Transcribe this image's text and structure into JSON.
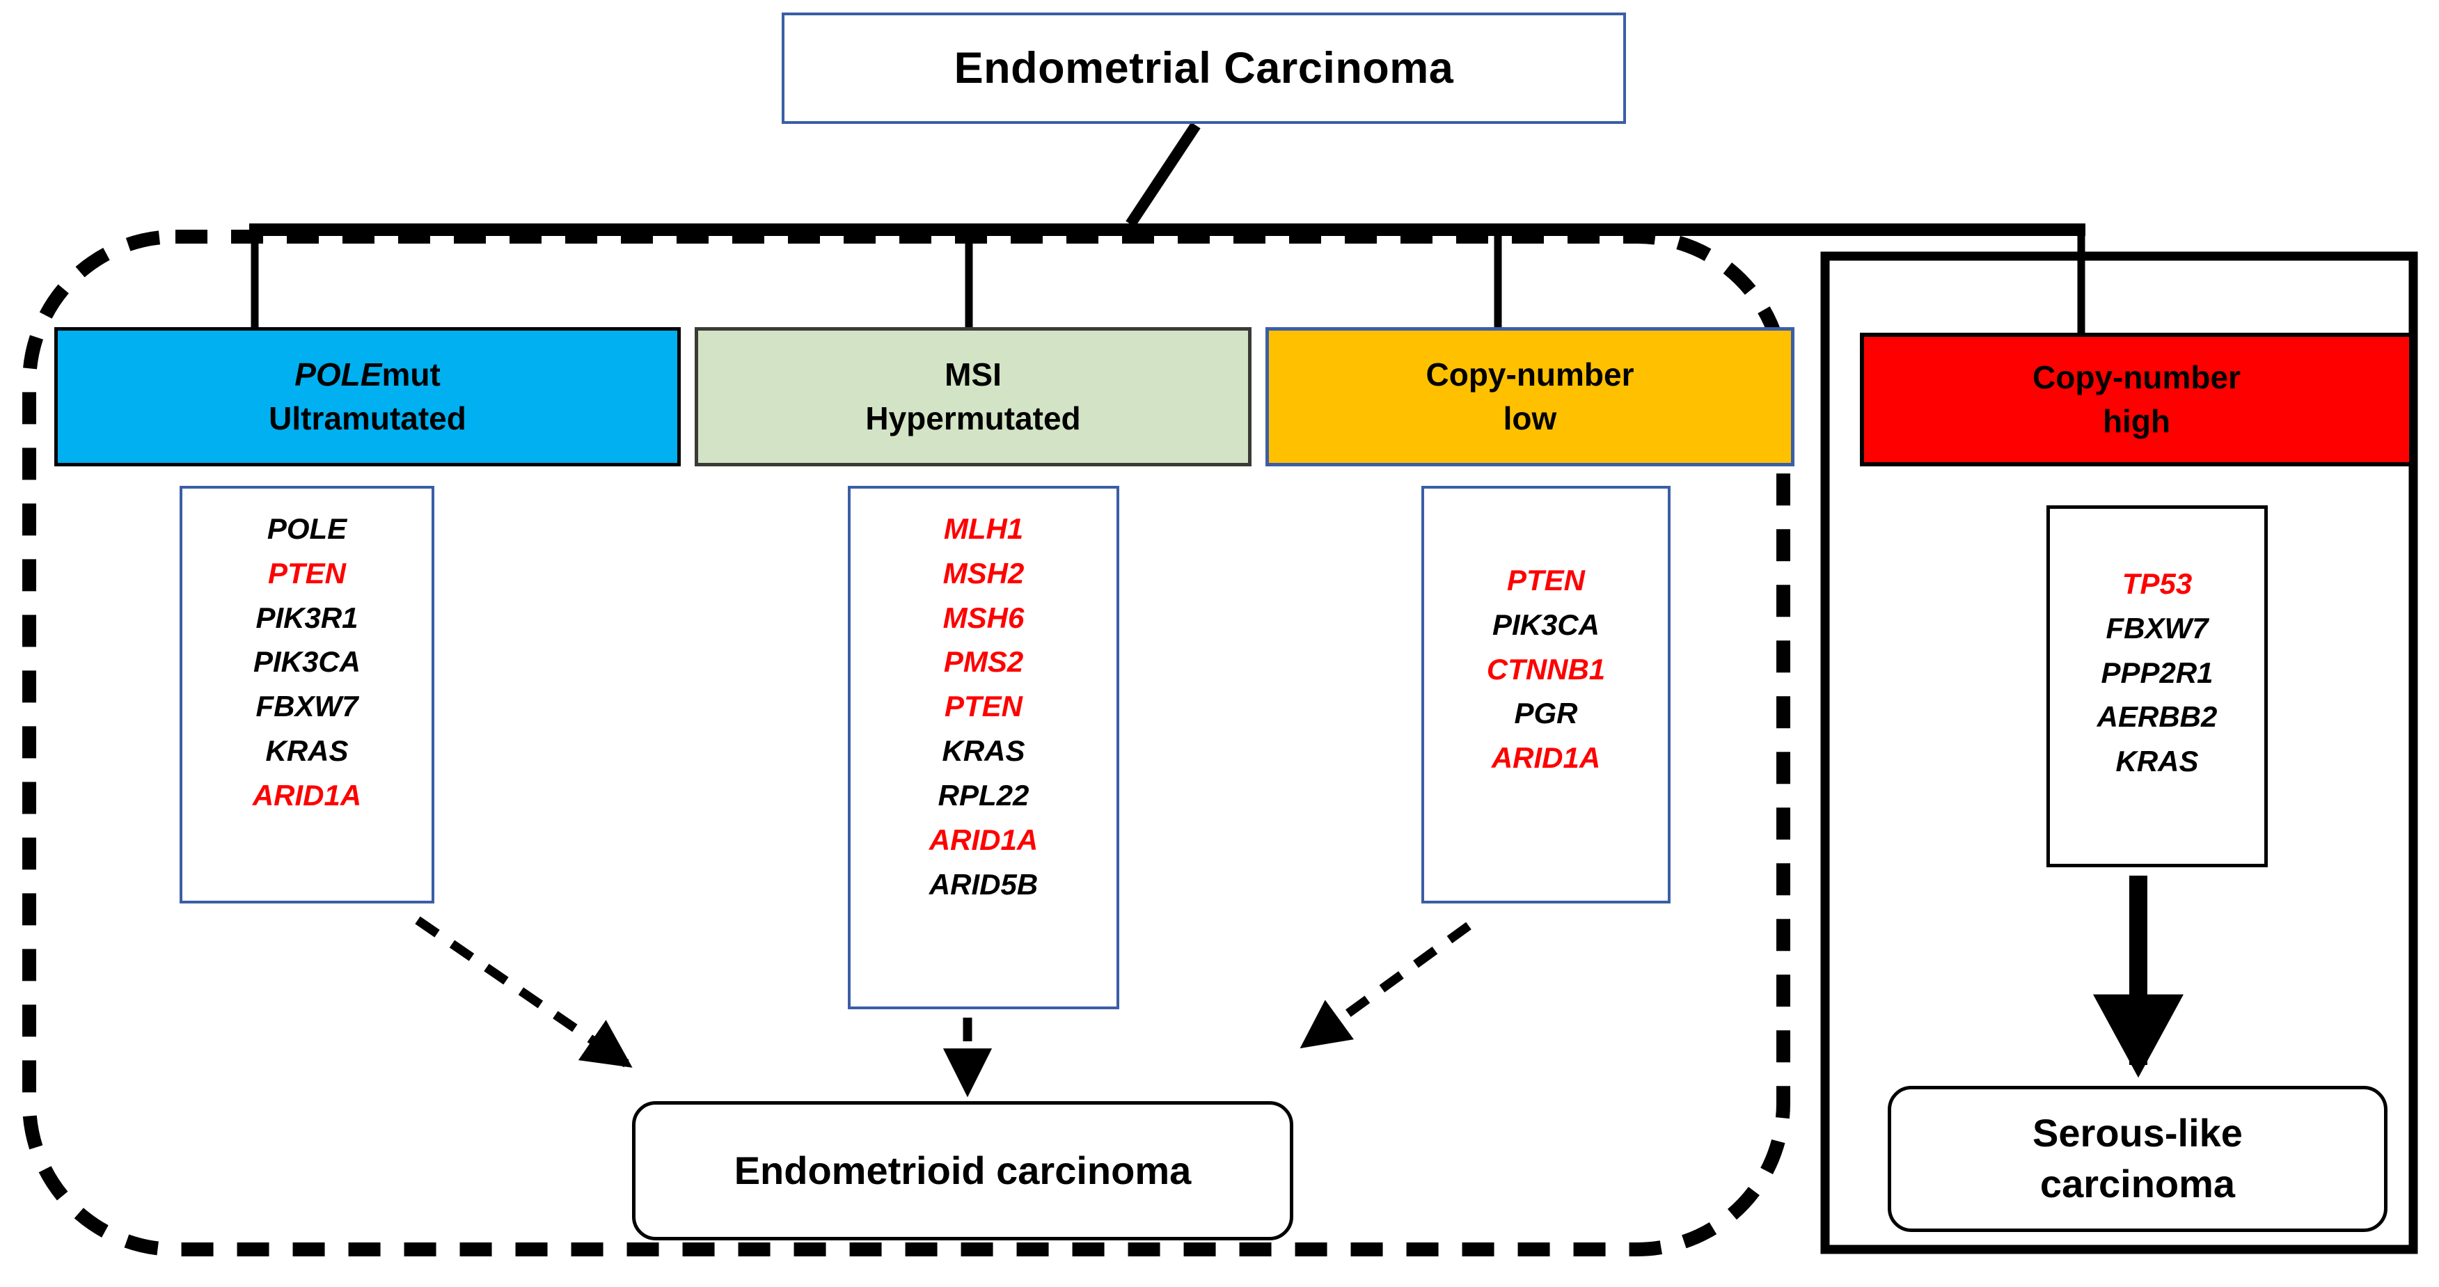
{
  "diagram": {
    "title": "Endometrial Carcinoma",
    "colors": {
      "pole_bg": "#00b0f0",
      "msi_bg": "#d3e3c5",
      "cn_low_bg": "#ffc000",
      "cn_high_bg": "#ff0000",
      "gene_highlight": "#ff0000",
      "gene_default": "#000000",
      "blue_border": "#3b5ea6",
      "black_border": "#000000"
    },
    "groups": [
      {
        "id": "pole",
        "header_line1": "POLE",
        "header_line1_italic": true,
        "header_line1_suffix": "mut",
        "header_line2": "Ultramutated",
        "genes": [
          {
            "name": "POLE",
            "color": "black"
          },
          {
            "name": "PTEN",
            "color": "red"
          },
          {
            "name": "PIK3R1",
            "color": "black"
          },
          {
            "name": "PIK3CA",
            "color": "black"
          },
          {
            "name": "FBXW7",
            "color": "black"
          },
          {
            "name": "KRAS",
            "color": "black"
          },
          {
            "name": "ARID1A",
            "color": "red"
          }
        ]
      },
      {
        "id": "msi",
        "header_line1": "MSI",
        "header_line1_italic": false,
        "header_line1_suffix": "",
        "header_line2": "Hypermutated",
        "genes": [
          {
            "name": "MLH1",
            "color": "red"
          },
          {
            "name": "MSH2",
            "color": "red"
          },
          {
            "name": "MSH6",
            "color": "red"
          },
          {
            "name": "PMS2",
            "color": "red"
          },
          {
            "name": "PTEN",
            "color": "red"
          },
          {
            "name": "KRAS",
            "color": "black"
          },
          {
            "name": "RPL22",
            "color": "black"
          },
          {
            "name": "ARID1A",
            "color": "red"
          },
          {
            "name": "ARID5B",
            "color": "black"
          }
        ]
      },
      {
        "id": "cn-low",
        "header_line1": "Copy-number",
        "header_line1_italic": false,
        "header_line1_suffix": "",
        "header_line2": "low",
        "genes": [
          {
            "name": "PTEN",
            "color": "red"
          },
          {
            "name": "PIK3CA",
            "color": "black"
          },
          {
            "name": "CTNNB1",
            "color": "red"
          },
          {
            "name": "PGR",
            "color": "black"
          },
          {
            "name": "ARID1A",
            "color": "red"
          }
        ]
      },
      {
        "id": "cn-high",
        "header_line1": "Copy-number",
        "header_line1_italic": false,
        "header_line1_suffix": "",
        "header_line2": "high",
        "genes": [
          {
            "name": "TP53",
            "color": "red"
          },
          {
            "name": "FBXW7",
            "color": "black"
          },
          {
            "name": "PPP2R1",
            "color": "black"
          },
          {
            "name": "AERBB2",
            "color": "black"
          },
          {
            "name": "KRAS",
            "color": "black"
          }
        ]
      }
    ],
    "outcomes": {
      "endometrioid": "Endometrioid carcinoma",
      "serous_line1": "Serous-like",
      "serous_line2": "carcinoma"
    }
  }
}
